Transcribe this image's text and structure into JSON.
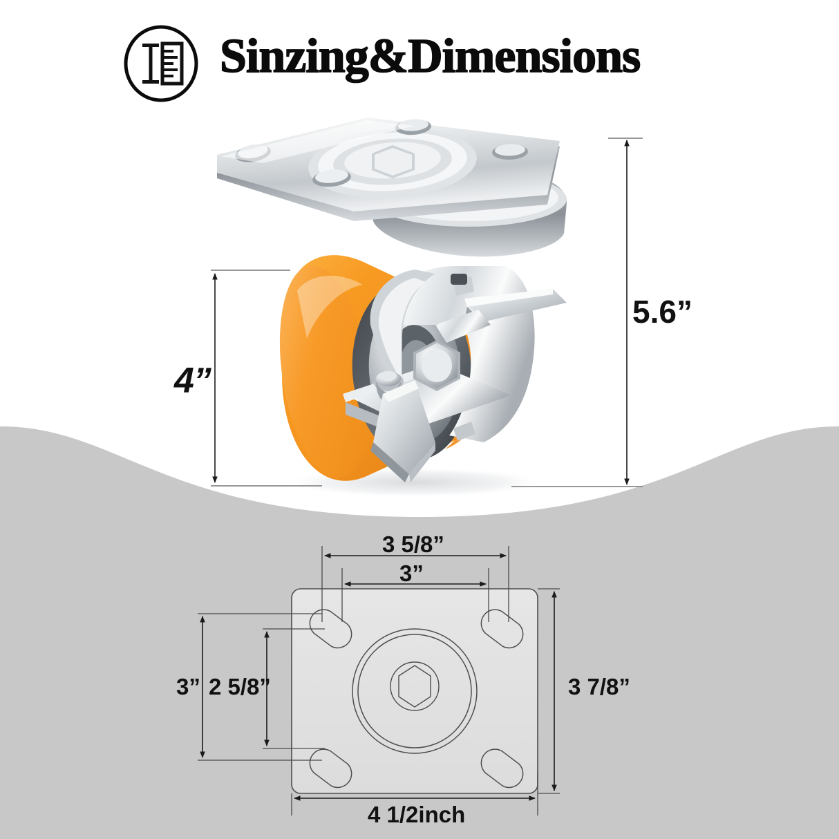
{
  "header": {
    "title": "Sinzing&Dimensions",
    "icon": "ruler-circle-icon"
  },
  "colors": {
    "background_white": "#ffffff",
    "background_gray": "#c8c8c8",
    "wheel_orange": "#f5941f",
    "wheel_orange_dark": "#e8801a",
    "wheel_orange_light": "#fbb040",
    "steel_light": "#f2f3f4",
    "steel_mid": "#c9cdd1",
    "steel_dark": "#7e868c",
    "line_black": "#111111",
    "drawing_line": "#5a5a5a",
    "text": "#0b0b0b"
  },
  "product": {
    "name": "swivel-caster-with-brake",
    "wheel_color": "orange",
    "hardware_color": "chrome-steel"
  },
  "chart_data": {
    "type": "table",
    "title": "Sinzing&Dimensions",
    "subject": "Swivel caster with brake — dimension drawing",
    "views": [
      {
        "name": "side-elevation",
        "measurements": [
          {
            "key": "wheel_diameter",
            "label": "4”",
            "orientation": "vertical",
            "side": "left"
          },
          {
            "key": "overall_height",
            "label": "5.6”",
            "orientation": "vertical",
            "side": "right"
          }
        ]
      },
      {
        "name": "top-plate-plan",
        "measurements": [
          {
            "key": "bolt_hole_spacing_width",
            "label": "3  5/8”",
            "orientation": "horizontal",
            "side": "top"
          },
          {
            "key": "bolt_hole_spacing_inner",
            "label": "3”",
            "orientation": "horizontal",
            "side": "top"
          },
          {
            "key": "bolt_hole_spacing_height",
            "label": "3”",
            "orientation": "vertical",
            "side": "left"
          },
          {
            "key": "bolt_hole_spacing_inner_v",
            "label": "2  5/8”",
            "orientation": "vertical",
            "side": "left"
          },
          {
            "key": "plate_height",
            "label": "3  7/8”",
            "orientation": "vertical",
            "side": "right"
          },
          {
            "key": "plate_width",
            "label": "4  1/2inch",
            "orientation": "horizontal",
            "side": "bottom"
          }
        ]
      }
    ],
    "labels": [
      "4”",
      "5.6”",
      "3  5/8”",
      "3”",
      "3”",
      "2  5/8”",
      "3  7/8”",
      "4  1/2inch"
    ]
  },
  "dimensions": {
    "wheel_diameter": "4”",
    "overall_height": "5.6”",
    "bolt_spacing_width": "3  5/8”",
    "bolt_spacing_inner": "3”",
    "bolt_spacing_height": "3”",
    "bolt_spacing_inner_v": "2  5/8”",
    "plate_height": "3  7/8”",
    "plate_width": "4  1/2inch"
  }
}
